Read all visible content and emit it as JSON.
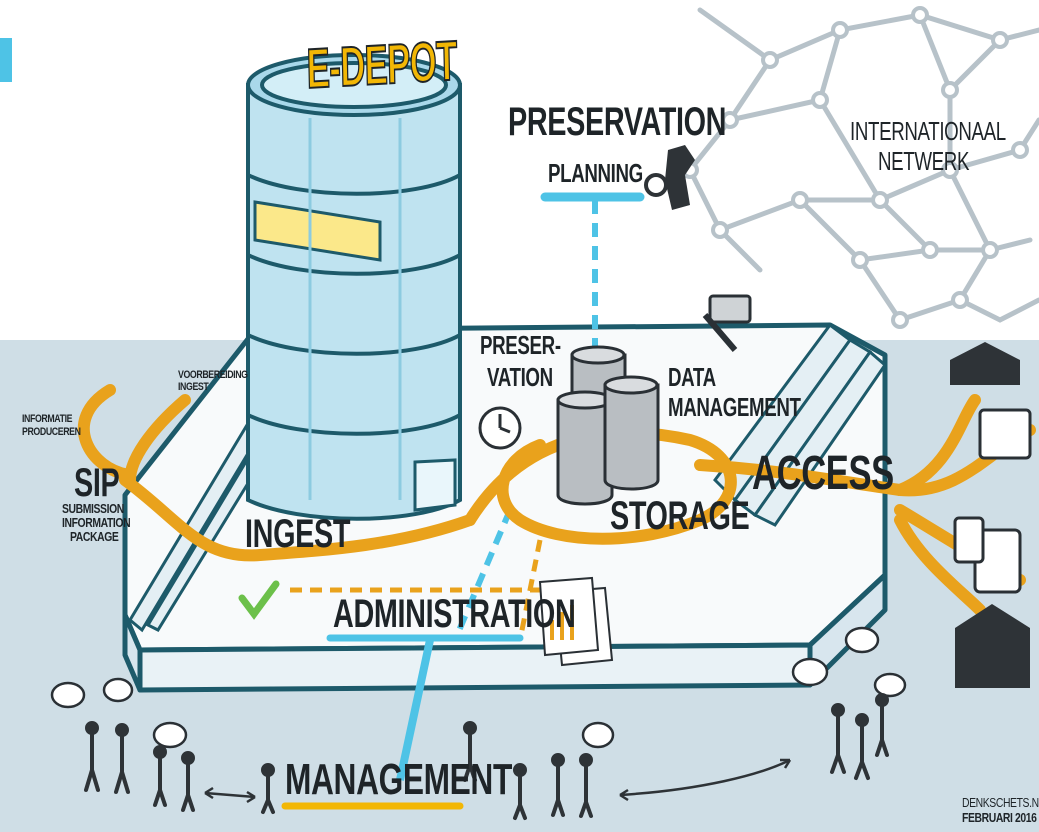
{
  "title": "E-DEPOT",
  "labels": {
    "preservation_planning_1": "PRESERVATION",
    "preservation_planning_2": "PLANNING",
    "internationaal_1": "INTERNATIONAAL",
    "internationaal_2": "NETWERK",
    "preservation_1": "PRESER-",
    "preservation_2": "VATION",
    "data_management_1": "DATA",
    "data_management_2": "MANAGEMENT",
    "access": "ACCESS",
    "storage": "STORAGE",
    "ingest": "INGEST",
    "administration": "ADMINISTRATION",
    "management": "MANAGEMENT",
    "sip": "SIP",
    "sip_desc_1": "SUBMISSION",
    "sip_desc_2": "INFORMATION",
    "sip_desc_3": "PACKAGE",
    "voorbereiding_1": "VOORBEREIDING",
    "voorbereiding_2": "INGEST",
    "informatie_1": "INFORMATIE",
    "informatie_2": "PRODUCEREN"
  },
  "credit": {
    "line1": "DENKSCHETS.NL",
    "line2": "FEBRUARI 2016"
  },
  "colors": {
    "flow": "#e9a21c",
    "accent_blue": "#4ec3e6",
    "ink": "#1e2428",
    "platform_top": "#f8fafb",
    "platform_edge": "#1d5a6a",
    "ground": "#cfdee6",
    "tower_glass": "#bfe3f0",
    "highlight_yellow": "#fbe88a",
    "network": "#b7c2c9",
    "title_yellow": "#f2b705",
    "check_green": "#6cc04a"
  }
}
